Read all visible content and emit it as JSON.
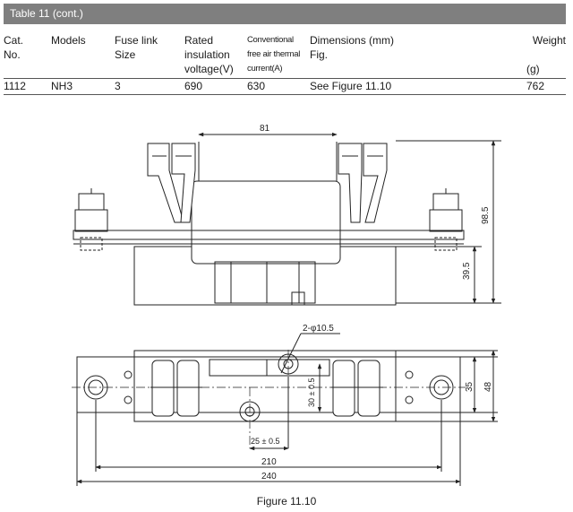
{
  "table_title": "Table 11 (cont.)",
  "headers": {
    "cat": [
      "Cat.",
      "No."
    ],
    "models": "Models",
    "fuse_link": [
      "Fuse link",
      "Size"
    ],
    "rated": [
      "Rated",
      "insulation",
      "voltage(V)"
    ],
    "conventional": [
      "Conventional",
      "free air thermal",
      "current(A)"
    ],
    "dimensions": [
      "Dimensions (mm)",
      "Fig."
    ],
    "weight": [
      "Weight",
      "(g)"
    ]
  },
  "row": {
    "cat_no": "1112",
    "model": "NH3",
    "size": "3",
    "voltage": "690",
    "current": "630",
    "figure": "See Figure 11.10",
    "weight": "762"
  },
  "dimensions": {
    "top_width": "81",
    "total_height": "98.5",
    "base_height": "39.5",
    "hole": "2-φ10.5",
    "hole_offset_v": "30 ± 0.5",
    "hole_offset_h": "25 ± 0.5",
    "inner_length": "210",
    "total_length": "240",
    "inner_width": "35",
    "total_width": "48"
  },
  "caption": "Figure 11.10"
}
